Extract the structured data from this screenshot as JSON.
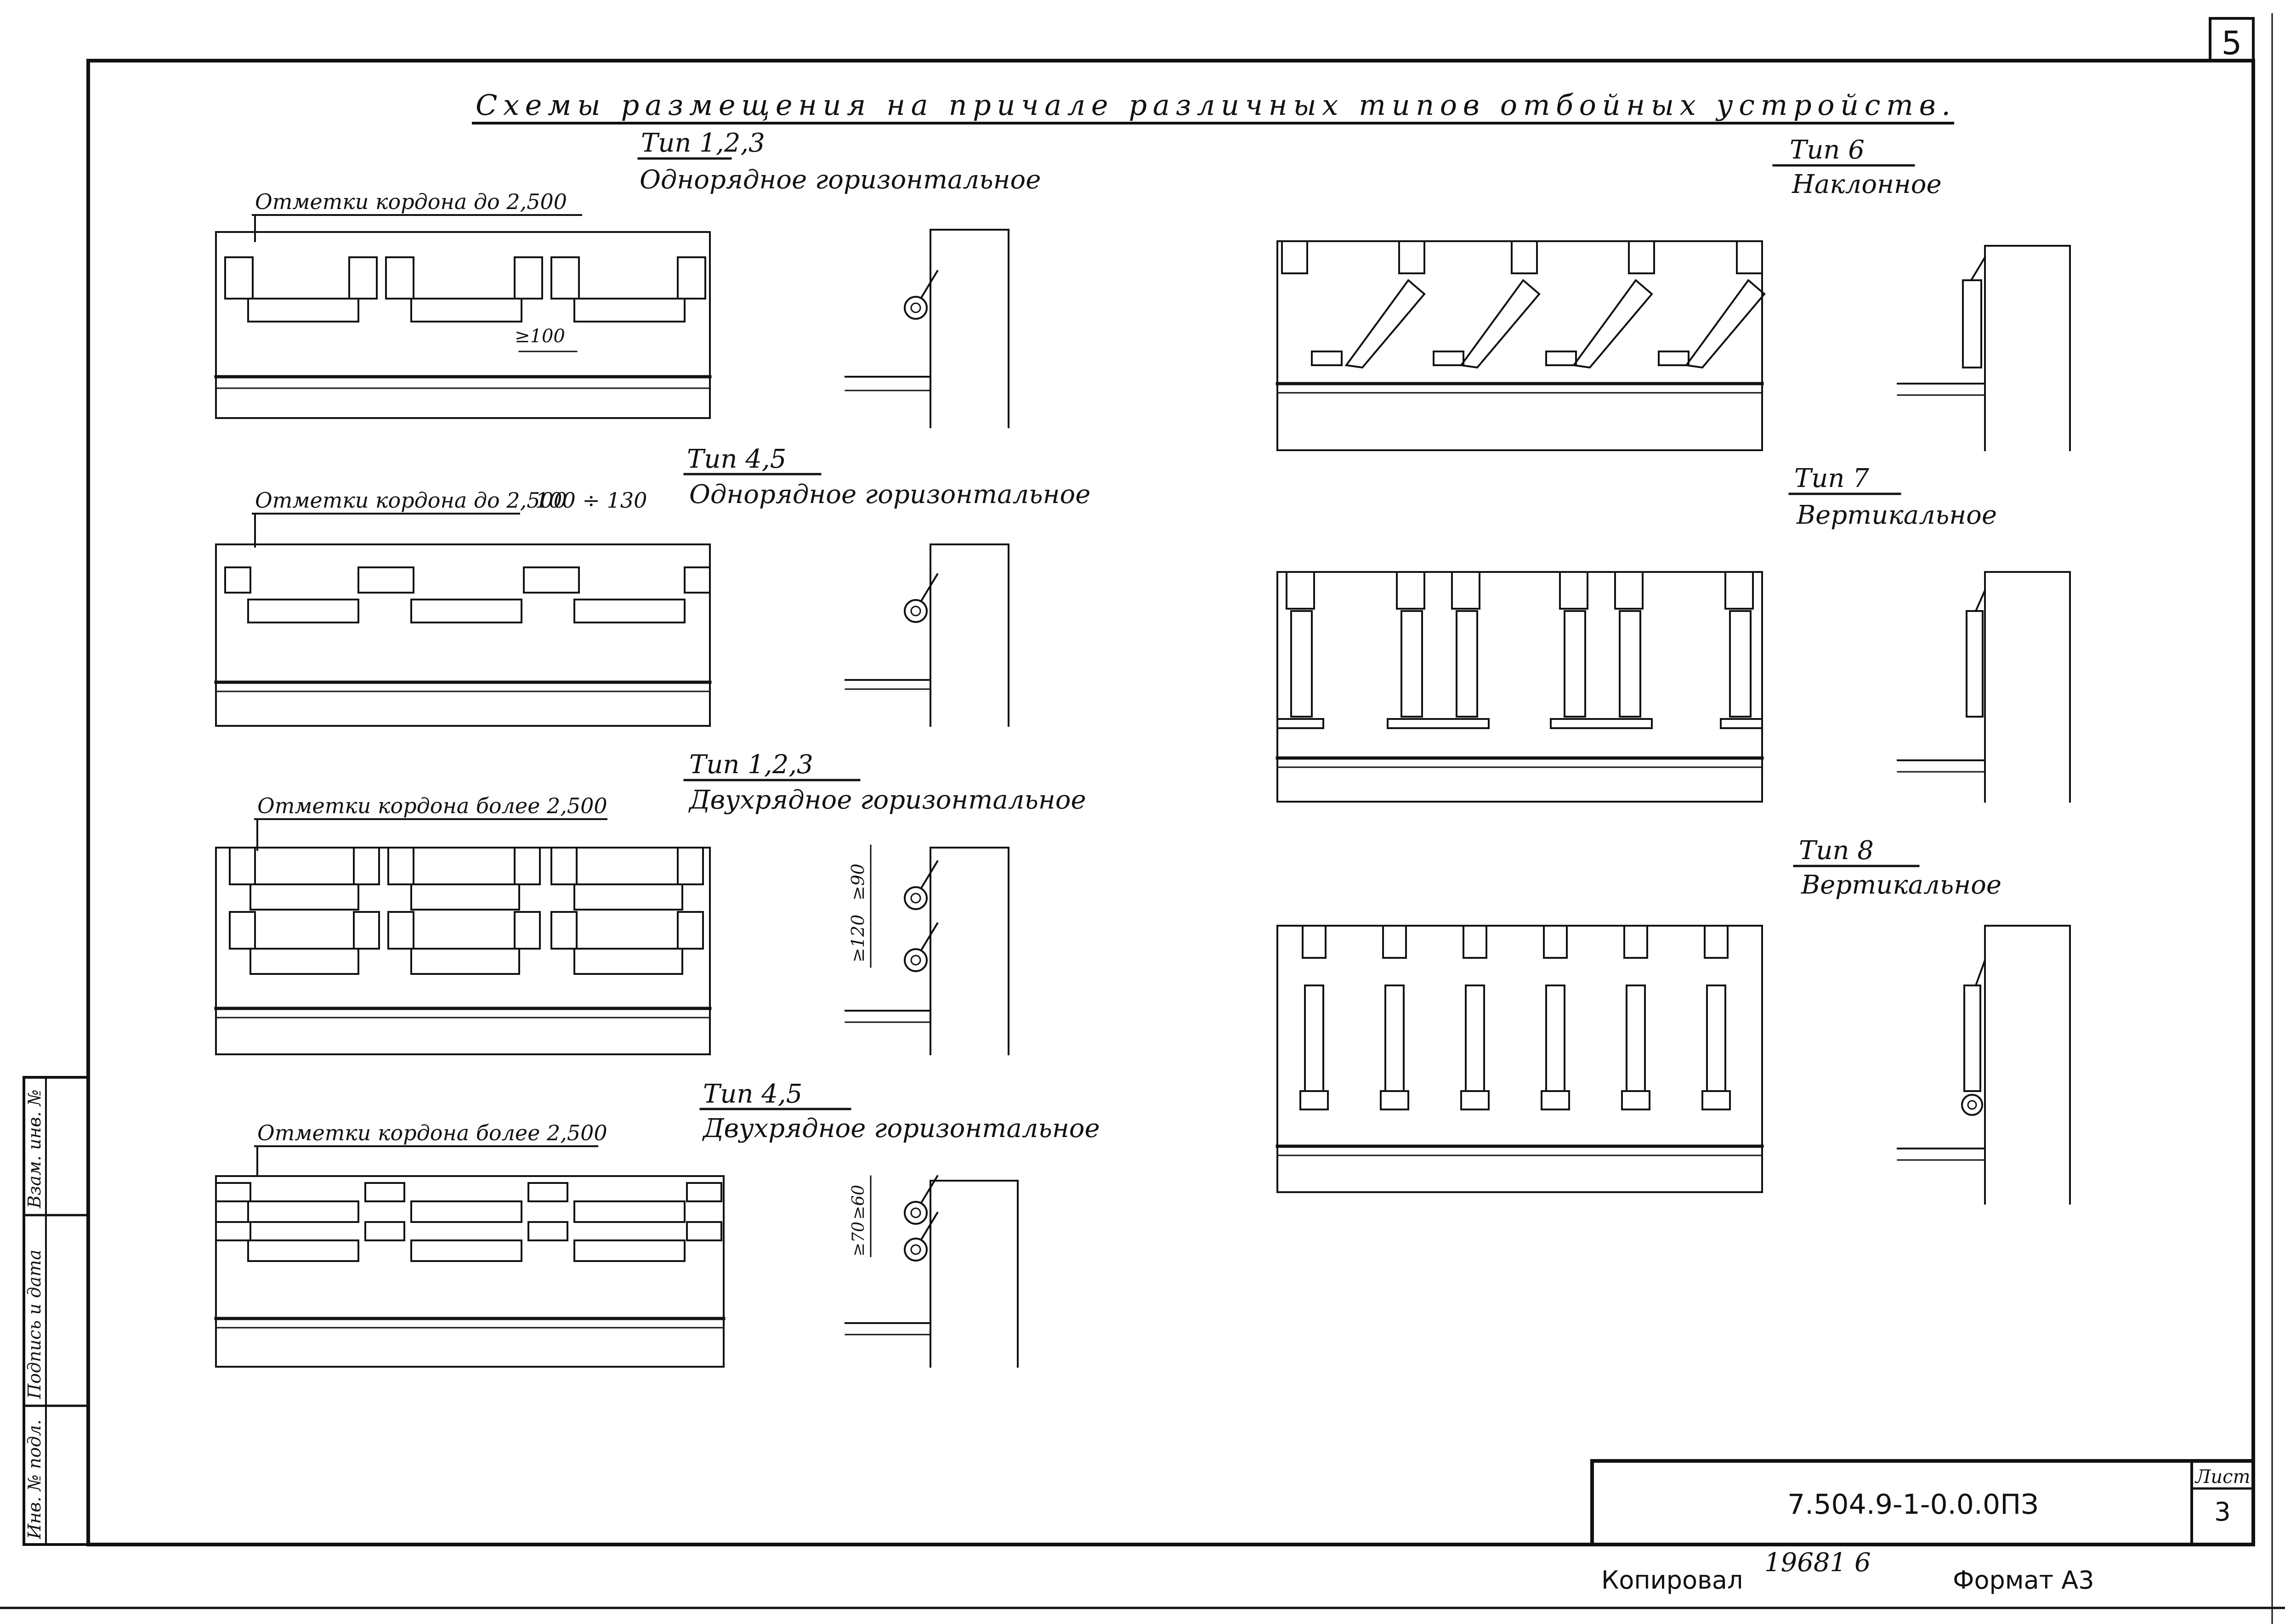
{
  "sheet": {
    "corner_number": "5",
    "title": "Схемы размещения на причале различных типов отбойных устройств.",
    "side_stamp": [
      "Инв. № подл.",
      "Подпись и дата",
      "Взам. инв. №"
    ]
  },
  "schemes": [
    {
      "id": "type-123-single",
      "type_label": "Тип 1,2,3",
      "name": "Однорядное горизонтальное",
      "note": "Отметки кордона до 2,500",
      "dims": [
        "≥100"
      ]
    },
    {
      "id": "type-45-single",
      "type_label": "Тип 4,5",
      "name": "Однорядное горизонтальное",
      "note": "Отметки кордона до 2,500",
      "dims": [
        "100 ÷ 130"
      ]
    },
    {
      "id": "type-123-double",
      "type_label": "Тип 1,2,3",
      "name": "Двухрядное горизонтальное",
      "note": "Отметки кордона более 2,500",
      "dims": [
        "≥90",
        "≥120"
      ]
    },
    {
      "id": "type-45-double",
      "type_label": "Тип 4,5",
      "name": "Двухрядное горизонтальное",
      "note": "Отметки кордона более 2,500",
      "dims": [
        "≥60",
        "≥70"
      ]
    },
    {
      "id": "type-6",
      "type_label": "Тип 6",
      "name": "Наклонное"
    },
    {
      "id": "type-7",
      "type_label": "Тип 7",
      "name": "Вертикальное"
    },
    {
      "id": "type-8",
      "type_label": "Тип 8",
      "name": "Вертикальное"
    }
  ],
  "title_block": {
    "doc_code": "7.504.9-1-0.0.0ПЗ",
    "sheet_label": "Лист",
    "sheet_number": "3"
  },
  "footer": {
    "copied_label": "Копировал",
    "copy_number": "19681 6",
    "format_label": "Формат А3"
  }
}
